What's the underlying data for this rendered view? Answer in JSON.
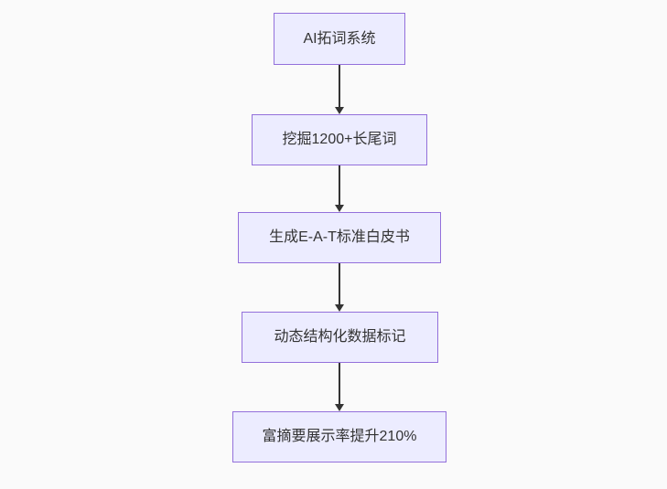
{
  "flowchart": {
    "type": "flowchart",
    "direction": "top-down",
    "colors": {
      "background": "#fafafa",
      "node_fill": "#ECECFF",
      "node_border": "#9370DB",
      "text_color": "#333333",
      "arrow_color": "#333333"
    },
    "nodes": [
      {
        "label": "AI拓词系统"
      },
      {
        "label": "挖掘1200+长尾词"
      },
      {
        "label": "生成E-A-T标准白皮书"
      },
      {
        "label": "动态结构化数据标记"
      },
      {
        "label": "富摘要展示率提升210%"
      }
    ],
    "edges": [
      {
        "from": 0,
        "to": 1
      },
      {
        "from": 1,
        "to": 2
      },
      {
        "from": 2,
        "to": 3
      },
      {
        "from": 3,
        "to": 4
      }
    ]
  }
}
